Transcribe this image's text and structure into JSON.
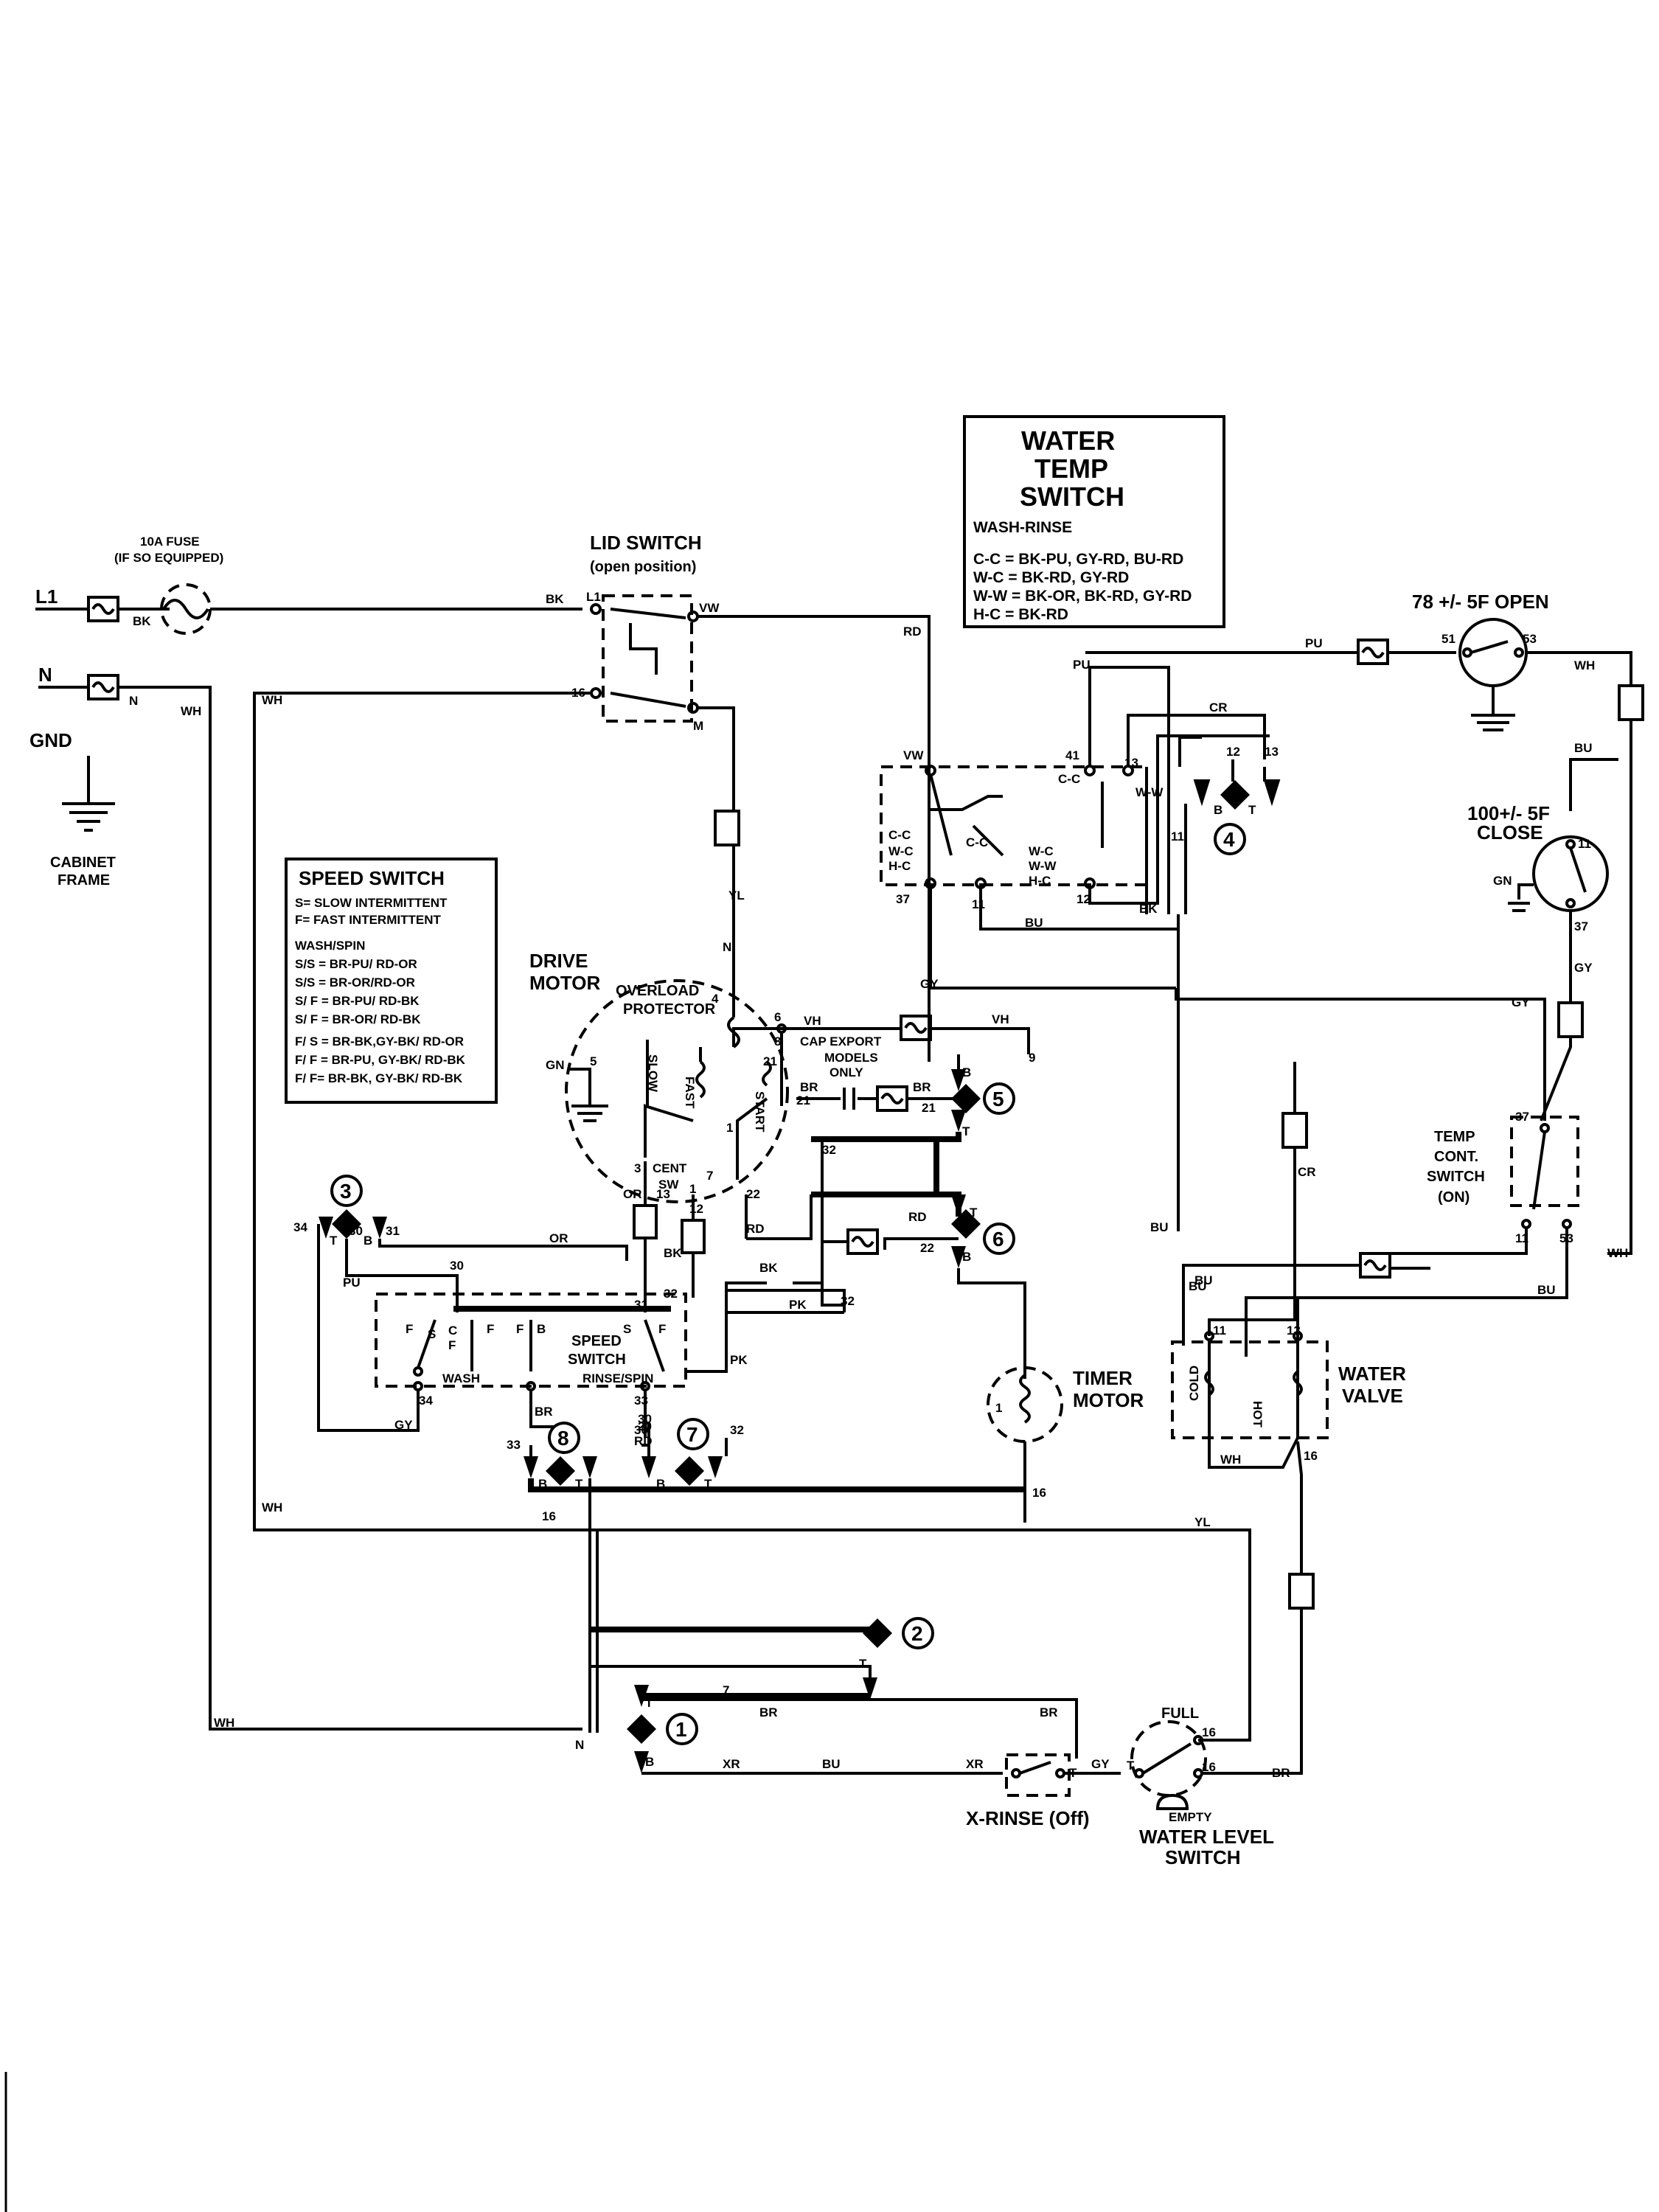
{
  "terminals": {
    "l1": "L1",
    "n": "N",
    "gnd": "GND",
    "cabinet": "CABINET",
    "frame": "FRAME"
  },
  "fuse": {
    "line1": "10A FUSE",
    "line2": "(IF SO EQUIPPED)"
  },
  "lid_switch": {
    "title": "LID SWITCH",
    "sub": "(open position)"
  },
  "water_temp": {
    "t1": "WATER",
    "t2": "TEMP",
    "t3": "SWITCH",
    "sub": "WASH-RINSE",
    "legend": [
      "C-C = BK-PU, GY-RD, BU-RD",
      "W-C = BK-RD, GY-RD",
      "W-W = BK-OR, BK-RD, GY-RD",
      "H-C = BK-RD"
    ]
  },
  "speed_switch": {
    "title": "SPEED SWITCH",
    "legend": [
      "S= SLOW INTERMITTENT",
      "F= FAST INTERMITTENT",
      "WASH/SPIN",
      "S/S = BR-PU/ RD-OR",
      "S/S = BR-OR/RD-OR",
      "S/ F = BR-PU/ RD-BK",
      "S/ F = BR-OR/ RD-BK",
      "F/ S = BR-BK,GY-BK/ RD-OR",
      "F/ F = BR-PU, GY-BK/ RD-BK",
      "F/ F= BR-BK, GY-BK/ RD-BK"
    ],
    "inner1": "SPEED",
    "inner2": "SWITCH",
    "wash": "WASH",
    "rinse": "RINSE/SPIN"
  },
  "motor": {
    "t1": "DRIVE",
    "t2": "MOTOR",
    "ov1": "OVERLOAD",
    "ov2": "PROTECTOR",
    "slow": "SLOW",
    "fast": "FAST",
    "start": "START",
    "cent1": "CENT",
    "cent2": "SW"
  },
  "cap": {
    "l1": "CAP EXPORT",
    "l2": "MODELS",
    "l3": "ONLY"
  },
  "thermo_open": "78 +/- 5F OPEN",
  "thermo_close": {
    "l1": "100+/- 5F",
    "l2": "CLOSE"
  },
  "temp_cont": {
    "l1": "TEMP",
    "l2": "CONT.",
    "l3": "SWITCH",
    "l4": "(ON)"
  },
  "timer_motor": {
    "l1": "TIMER",
    "l2": "MOTOR"
  },
  "water_valve": {
    "l1": "WATER",
    "l2": "VALVE",
    "cold": "COLD",
    "hot": "HOT"
  },
  "xrinse": "X-RINSE (Off)",
  "water_level": {
    "l1": "WATER LEVEL",
    "l2": "SWITCH",
    "full": "FULL",
    "empty": "EMPTY"
  },
  "cams": {
    "c1": "1",
    "c2": "2",
    "c3": "3",
    "c4": "4",
    "c5": "5",
    "c6": "6",
    "c7": "7",
    "c8": "8"
  },
  "wire_colors": {
    "bk": "BK",
    "wh": "WH",
    "rd": "RD",
    "bu": "BU",
    "pu": "PU",
    "or": "OR",
    "gy": "GY",
    "yl": "YL",
    "br": "BR",
    "pk": "PK",
    "cr": "CR",
    "xr": "XR",
    "gn": "GN",
    "vh": "VH",
    "vw": "VW"
  }
}
